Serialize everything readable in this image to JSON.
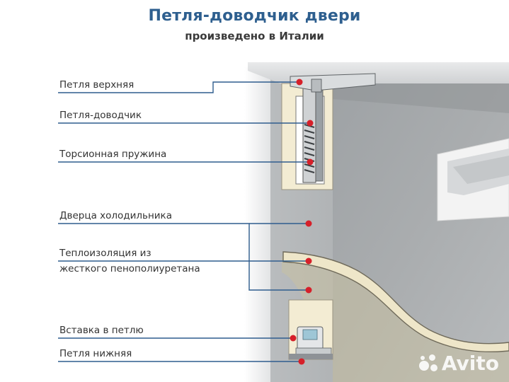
{
  "header": {
    "title": "Петля-доводчик двери",
    "subtitle": "произведено в Италии"
  },
  "labels": {
    "top_hinge": "Петля верхняя",
    "hinge_closer": "Петля-доводчик",
    "torsion_spring": "Торсионная пружина",
    "fridge_door": "Дверца холодильника",
    "insulation_line1": "Теплоизоляция из",
    "insulation_line2": "жесткого пенополиуретана",
    "hinge_insert": "Вставка в петлю",
    "bottom_hinge": "Петля нижняя"
  },
  "watermark": {
    "text": "Avito"
  },
  "colors": {
    "title": "#2e5f8f",
    "callout_line": "#2f5d8e",
    "marker": "#d6202a",
    "steel": "#a9acae",
    "insulation": "#f2ecd6"
  }
}
